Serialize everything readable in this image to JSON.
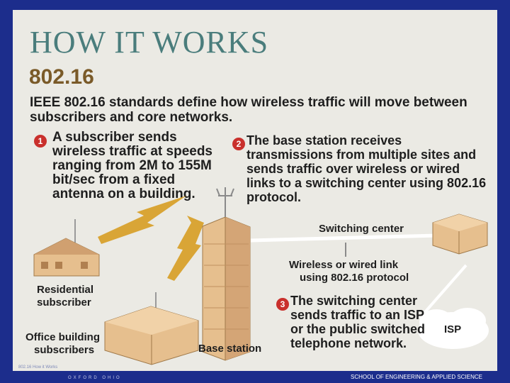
{
  "title": "HOW IT WORKS",
  "subtitle": "802.16",
  "intro": "IEEE 802.16 standards define how wireless traffic will move between subscribers and core networks.",
  "steps": [
    {
      "number": "1",
      "text": "A subscriber sends wireless traffic at speeds ranging from 2M to 155M bit/sec from a fixed antenna on a building."
    },
    {
      "number": "2",
      "text": "The base station receives transmissions from multiple sites and sends traffic over wireless or wired links to a switching center using 802.16 protocol."
    },
    {
      "number": "3",
      "text": "The switching center sends traffic to an ISP or the public switched telephone network."
    }
  ],
  "labels": {
    "switching_center": "Switching center",
    "link_line1": "Wireless or wired link",
    "link_line2": "using 802.16 protocol",
    "residential_line1": "Residential",
    "residential_line2": "subscriber",
    "office_line1": "Office building",
    "office_line2": "subscribers",
    "base_station": "Base station",
    "isp": "ISP"
  },
  "footer": {
    "left": "802.16 How it Works",
    "oxford": "OXFORD OHIO",
    "school": "SCHOOL OF ENGINEERING & APPLIED SCIENCE"
  },
  "colors": {
    "background": "#1c2d8c",
    "panel": "#ebeae4",
    "title": "#4a7d7c",
    "subtitle": "#7a5a28",
    "step_badge": "#c9302c",
    "lightning": "#d9a536",
    "building": "#e6bf8e"
  }
}
